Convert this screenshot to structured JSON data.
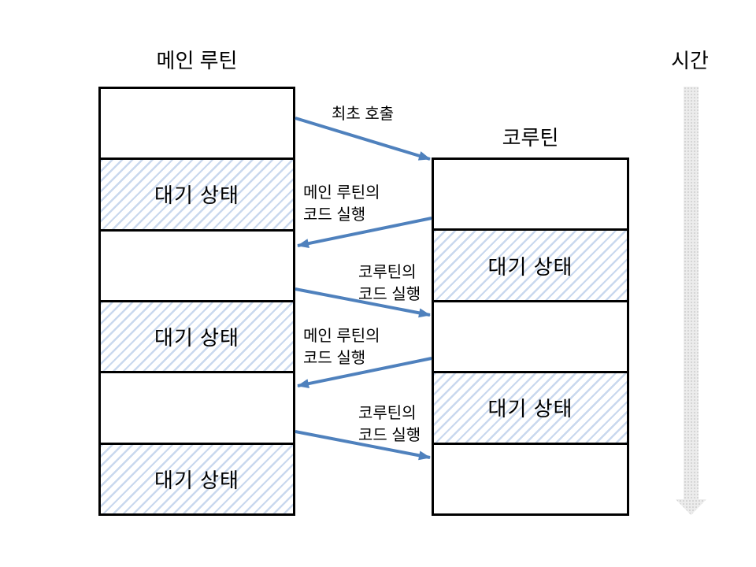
{
  "main_routine": {
    "title": "메인 루틴",
    "rows": [
      {
        "state": "running",
        "label": ""
      },
      {
        "state": "waiting",
        "label": "대기 상태"
      },
      {
        "state": "running",
        "label": ""
      },
      {
        "state": "waiting",
        "label": "대기 상태"
      },
      {
        "state": "running",
        "label": ""
      },
      {
        "state": "waiting",
        "label": "대기 상태"
      }
    ]
  },
  "coroutine": {
    "title": "코루틴",
    "rows": [
      {
        "state": "running",
        "label": ""
      },
      {
        "state": "waiting",
        "label": "대기 상태"
      },
      {
        "state": "running",
        "label": ""
      },
      {
        "state": "waiting",
        "label": "대기 상태"
      },
      {
        "state": "running",
        "label": ""
      }
    ]
  },
  "timeline": {
    "label": "시간"
  },
  "arrows": [
    {
      "direction": "main-to-coroutine",
      "lines": [
        "최초 호출"
      ]
    },
    {
      "direction": "coroutine-to-main",
      "lines": [
        "메인 루틴의",
        "코드 실행"
      ]
    },
    {
      "direction": "main-to-coroutine",
      "lines": [
        "코루틴의",
        "코드 실행"
      ]
    },
    {
      "direction": "coroutine-to-main",
      "lines": [
        "메인 루틴의",
        "코드 실행"
      ]
    },
    {
      "direction": "main-to-coroutine",
      "lines": [
        "코루틴의",
        "코드 실행"
      ]
    }
  ],
  "colors": {
    "arrow_blue": "#4F81BD",
    "hatch_blue": "#C9D8EE",
    "box_border": "#000000",
    "time_arrow_gray": "#ECECEC",
    "background": "#FFFFFF"
  }
}
